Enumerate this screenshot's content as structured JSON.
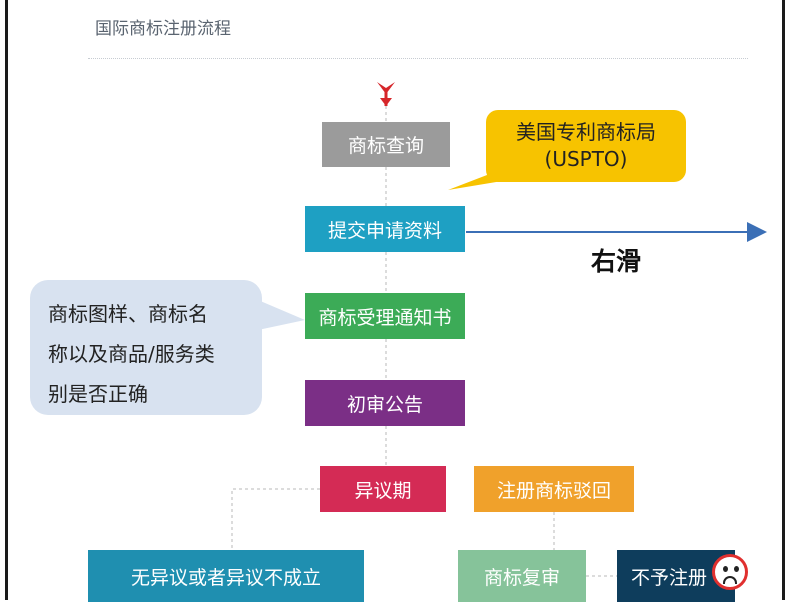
{
  "header": {
    "title": "国际商标注册流程"
  },
  "flow": {
    "trademark_search": "商标查询",
    "submit_materials": "提交申请资料",
    "acceptance_notice": "商标受理通知书",
    "preliminary_publication": "初审公告",
    "opposition_period": "异议期",
    "registration_rejected": "注册商标驳回",
    "no_opposition": "无异议或者异议不成立",
    "trademark_review": "商标复审",
    "not_registered": "不予注册"
  },
  "callouts": {
    "uspto_line1": "美国专利商标局",
    "uspto_line2": "(USPTO)",
    "check_line1": "商标图样、商标名",
    "check_line2": "称以及商品/服务类",
    "check_line3": "别是否正确"
  },
  "swipe": {
    "label": "右滑"
  },
  "icons": {
    "start_marker": "red-down-arrow-icon",
    "not_registered_marker": "sad-face-icon"
  },
  "colors": {
    "search": "#9b9b9b",
    "submit": "#1ea0c3",
    "acceptance": "#3cab57",
    "publication": "#7b2f86",
    "opposition": "#d42b55",
    "rejected": "#f0a12b",
    "no_opposition": "#1f8fb0",
    "review": "#86c39a",
    "not_registered": "#0e3d5c",
    "uspto_callout": "#f7c300",
    "check_callout": "#d8e2f0"
  }
}
